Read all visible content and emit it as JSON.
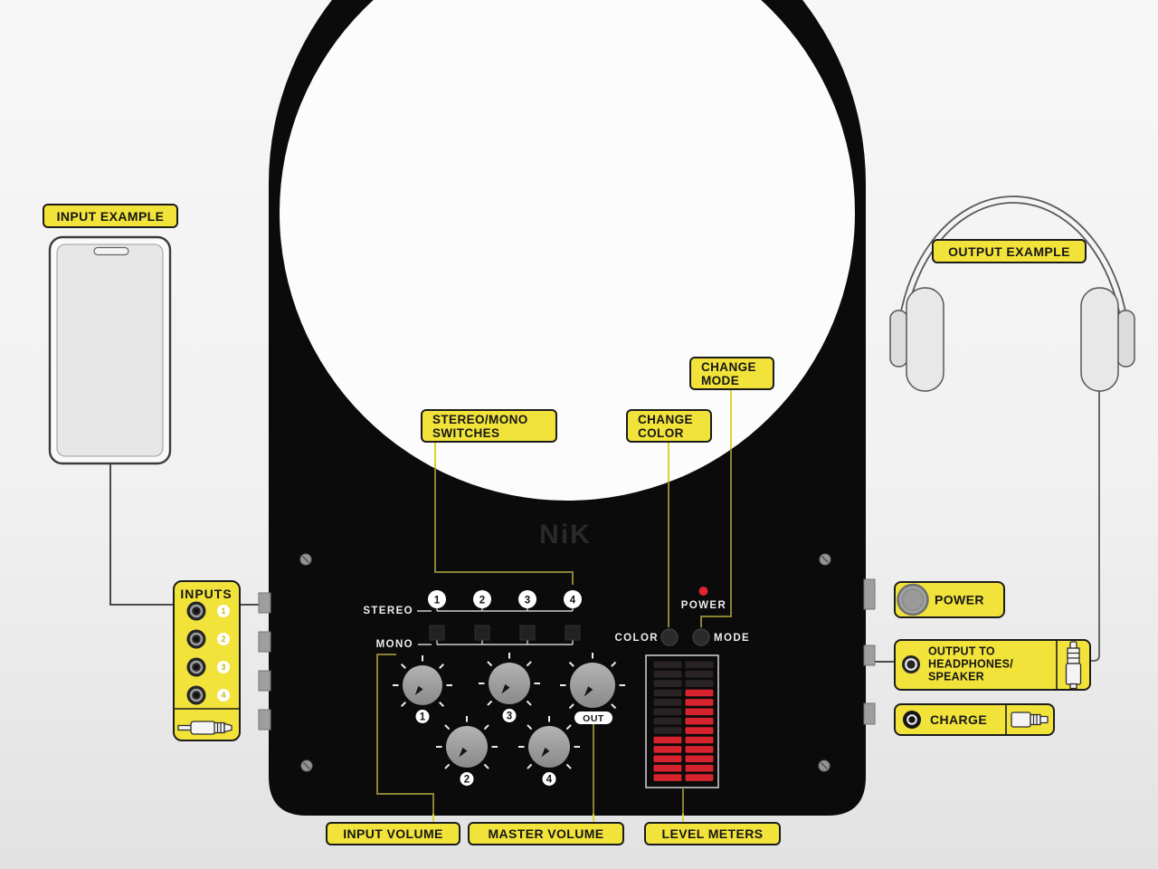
{
  "colors": {
    "label_yellow": "#f2e33b",
    "label_border": "#1c1c1c",
    "callout_line_light": "#ded32c",
    "callout_line_dark": "#8a8433",
    "device_black": "#0b0b0b",
    "circle_white": "#fcfcfc",
    "meter_on": "#d6232e",
    "meter_off": "#2a2324",
    "led_red": "#e02430",
    "knob_gray": "#9e9e9e"
  },
  "callouts": {
    "input_example": {
      "label": "INPUT EXAMPLE"
    },
    "output_example": {
      "label": "OUTPUT EXAMPLE"
    },
    "stereo_mono_switches": {
      "line1": "STEREO/MONO",
      "line2": "SWITCHES"
    },
    "change_color": {
      "line1": "CHANGE",
      "line2": "COLOR"
    },
    "change_mode": {
      "line1": "CHANGE",
      "line2": "MODE"
    },
    "power": {
      "label": "POWER"
    },
    "output_to": {
      "line1": "OUTPUT TO",
      "line2": "HEADPHONES/",
      "line3": "SPEAKER"
    },
    "charge": {
      "label": "CHARGE"
    },
    "input_volume": {
      "label": "INPUT VOLUME"
    },
    "master_volume": {
      "label": "MASTER VOLUME"
    },
    "level_meters": {
      "label": "LEVEL METERS"
    }
  },
  "inputs_panel": {
    "title": "INPUTS",
    "jacks": [
      "1",
      "2",
      "3",
      "4"
    ]
  },
  "device": {
    "brand": "NiK",
    "stereo_label": "STEREO",
    "mono_label": "MONO",
    "color_label": "COLOR",
    "mode_label": "MODE",
    "power_label": "POWER",
    "channels": [
      "1",
      "2",
      "3",
      "4"
    ],
    "knobs": [
      {
        "label": "1"
      },
      {
        "label": "2"
      },
      {
        "label": "3"
      },
      {
        "label": "4"
      },
      {
        "label": "OUT"
      }
    ]
  },
  "meters": {
    "columns": [
      {
        "name": "left",
        "segments": [
          "off",
          "off",
          "off",
          "off",
          "off",
          "off",
          "off",
          "off",
          "on",
          "on",
          "on",
          "on",
          "on"
        ]
      },
      {
        "name": "right",
        "segments": [
          "off",
          "off",
          "off",
          "on",
          "on",
          "on",
          "on",
          "on",
          "on",
          "on",
          "on",
          "on",
          "on"
        ]
      }
    ]
  }
}
